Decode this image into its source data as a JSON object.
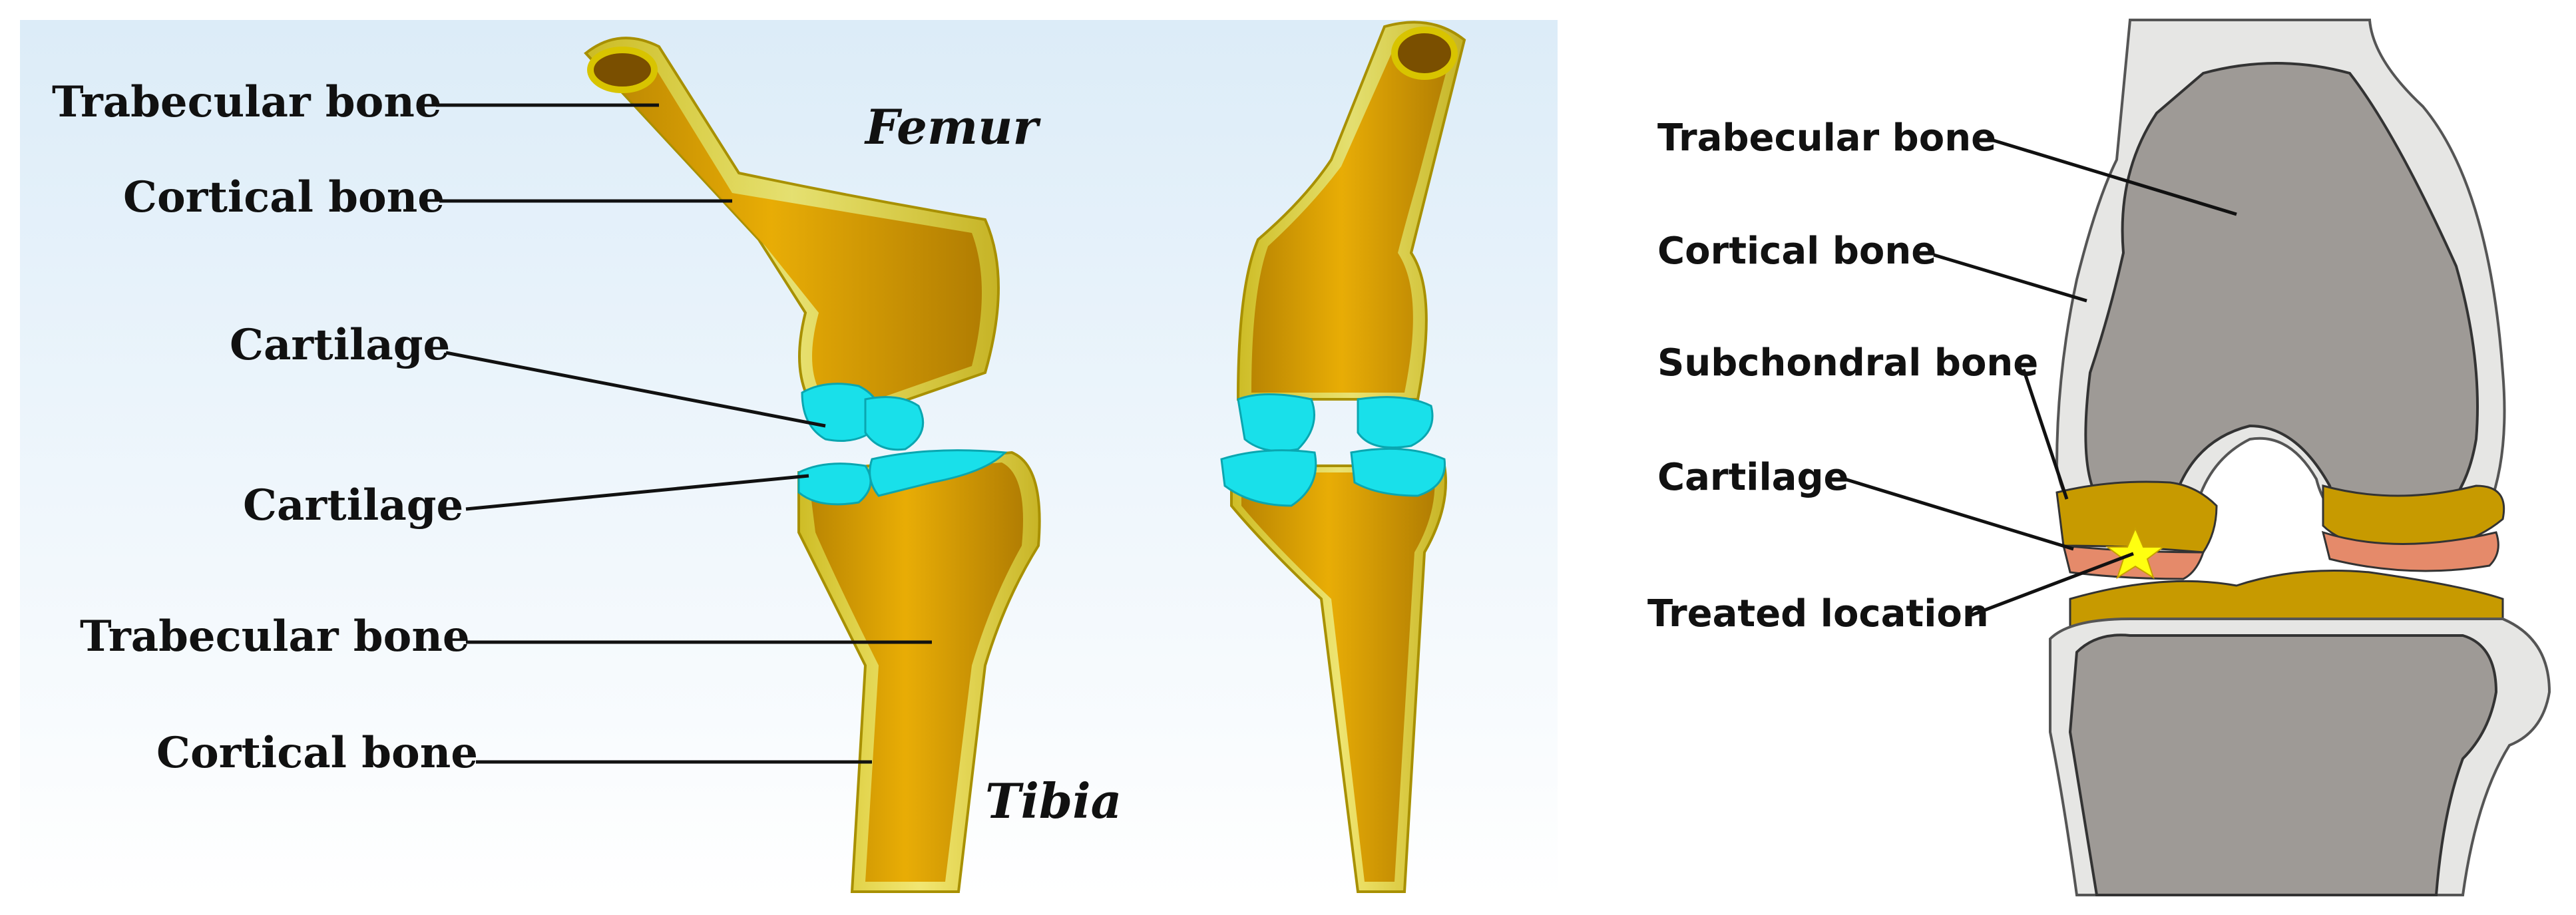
{
  "left_panel": {
    "labels": {
      "trabecular_bone_top": "Trabecular bone",
      "cortical_bone_top": "Cortical bone",
      "cartilage_upper": "Cartilage",
      "cartilage_lower": "Cartilage",
      "trabecular_bone_bottom": "Trabecular bone",
      "cortical_bone_bottom": "Cortical bone",
      "femur": "Femur",
      "tibia": "Tibia"
    }
  },
  "right_panel": {
    "labels": {
      "trabecular_bone": "Trabecular bone",
      "cortical_bone": "Cortical bone",
      "subchondral_bone": "Subchondral bone",
      "cartilage": "Cartilage",
      "treated_location": "Treated location"
    }
  },
  "colors": {
    "bone_yellow": "#e3a400",
    "bone_shell": "#d8c400",
    "cartilage_cyan": "#19e0ea",
    "trabecular_gray": "#9e9a96",
    "cortical_white": "#e4e4e2",
    "subchondral_salmon": "#e58a6a",
    "star_yellow": "#ffff10",
    "panel_bg": "#dcecf8"
  }
}
